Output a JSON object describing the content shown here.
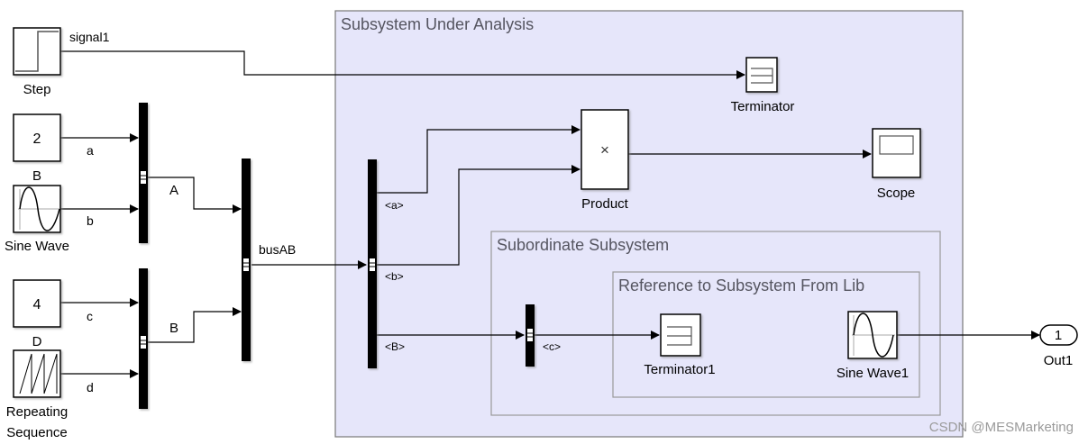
{
  "subsystems": {
    "main": {
      "title": "Subsystem Under Analysis",
      "fill": "#e6e6fa"
    },
    "subordinate": {
      "title": "Subordinate Subsystem"
    },
    "reference": {
      "title": "Reference to Subsystem From Lib"
    }
  },
  "blocks": {
    "step": {
      "name": "Step",
      "icon": "step-icon"
    },
    "const_a": {
      "name": "B",
      "value": "2"
    },
    "sine": {
      "name": "Sine Wave",
      "icon": "sine-icon"
    },
    "const_c": {
      "name": "D",
      "value": "4"
    },
    "repseq": {
      "name_line1": "Repeating",
      "name_line2": "Sequence",
      "icon": "sawtooth-icon"
    },
    "terminator": {
      "name": "Terminator",
      "icon": "terminator-icon"
    },
    "product": {
      "name": "Product",
      "symbol": "×"
    },
    "scope": {
      "name": "Scope",
      "icon": "scope-icon"
    },
    "terminator1": {
      "name": "Terminator1",
      "icon": "terminator-icon"
    },
    "sine1": {
      "name": "Sine Wave1",
      "icon": "sine-icon"
    },
    "out1": {
      "name": "Out1",
      "port": "1"
    }
  },
  "signals": {
    "signal1": "signal1",
    "a": "a",
    "b": "b",
    "c": "c",
    "d": "d",
    "A": "A",
    "B": "B",
    "busAB": "busAB",
    "sel_a": "<a>",
    "sel_b": "<b>",
    "sel_B": "<B>",
    "sel_c": "<c>"
  },
  "watermark": "CSDN @MESMarketing"
}
